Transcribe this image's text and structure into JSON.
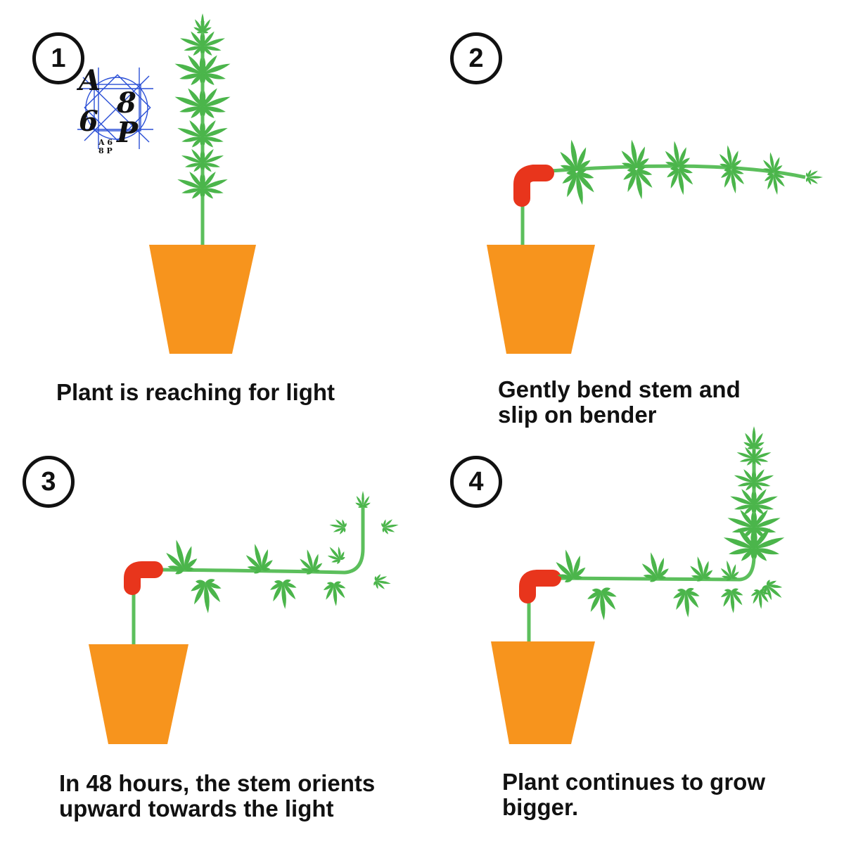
{
  "colors": {
    "leaf": "#4bb54b",
    "stem": "#5cbf5c",
    "pot": "#f7941d",
    "bender": "#e8351c",
    "outline": "#111111"
  },
  "watermark": {
    "letters": [
      "A",
      "6",
      "8",
      "P"
    ],
    "small_text_line1": "A 6",
    "small_text_line2": "8 P"
  },
  "steps": [
    {
      "number": "1",
      "caption": "Plant is reaching for light"
    },
    {
      "number": "2",
      "caption": "Gently bend stem and\nslip on bender"
    },
    {
      "number": "3",
      "caption": "In 48 hours, the stem orients\nupward towards the light"
    },
    {
      "number": "4",
      "caption": "Plant continues to grow\nbigger."
    }
  ]
}
